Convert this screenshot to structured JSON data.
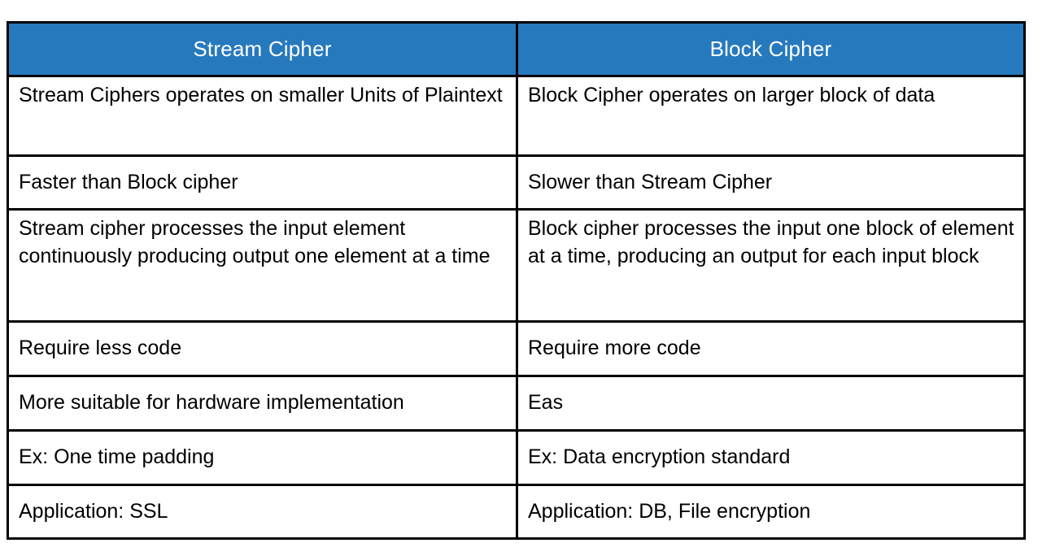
{
  "table": {
    "accent_color": "#2779bd",
    "header_text_color": "#ffffff",
    "body_text_color": "#000000",
    "border_color": "#000000",
    "columns": [
      {
        "label": "Stream Cipher"
      },
      {
        "label": "Block Cipher"
      }
    ],
    "rows": [
      {
        "left": "Stream Ciphers operates on smaller Units of Plaintext",
        "right": "Block Cipher operates on larger block of data"
      },
      {
        "left": "Faster than Block cipher",
        "right": "Slower than Stream Cipher"
      },
      {
        "left": "Stream cipher processes the input element continuously producing output one element at a time",
        "right": "Block cipher processes the input one block of element at a time, producing an output for each input block"
      },
      {
        "left": "Require less code",
        "right": "Require more code"
      },
      {
        "left": "More suitable for hardware implementation",
        "right": "Eas"
      },
      {
        "left": "Ex: One time padding",
        "right": "Ex: Data encryption standard"
      },
      {
        "left": "Application: SSL",
        "right": "Application: DB, File encryption"
      }
    ]
  }
}
